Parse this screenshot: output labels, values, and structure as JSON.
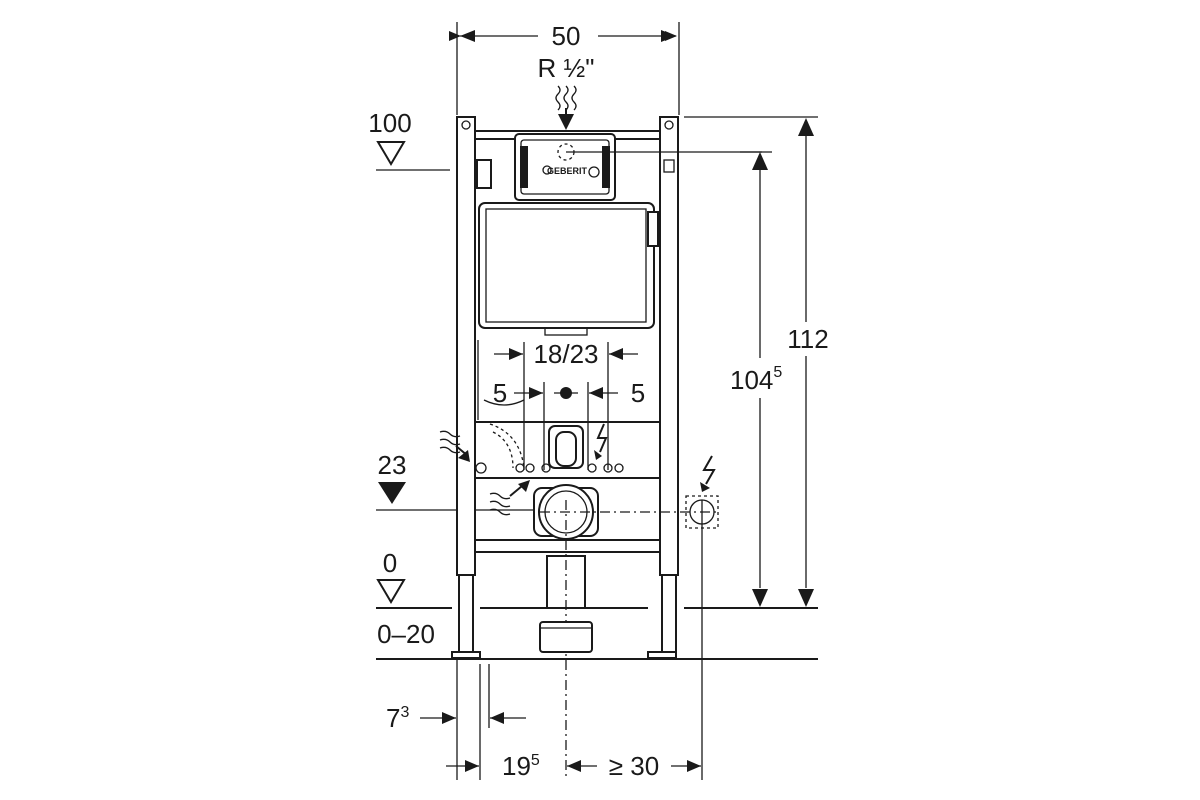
{
  "colors": {
    "line": "#1a1a1a",
    "background": "#ffffff"
  },
  "labels": {
    "width_top": "50",
    "thread": "R ½\"",
    "level_100": "100",
    "level_23": "23",
    "level_0": "0",
    "floor_range": "0–20",
    "height_112": "112",
    "height_104_main": "104",
    "height_104_sup": "5",
    "bolt_spacing": "18/23",
    "offset_left": "5",
    "offset_right": "5",
    "depth_7_main": "7",
    "depth_7_sup": "3",
    "depth_19_main": "19",
    "depth_19_sup": "5",
    "min_30": "≥ 30",
    "brand": "GEBERIT"
  },
  "icons": [
    "water-supply-icon",
    "electrical-supply-icon",
    "waste-drain-icon"
  ]
}
